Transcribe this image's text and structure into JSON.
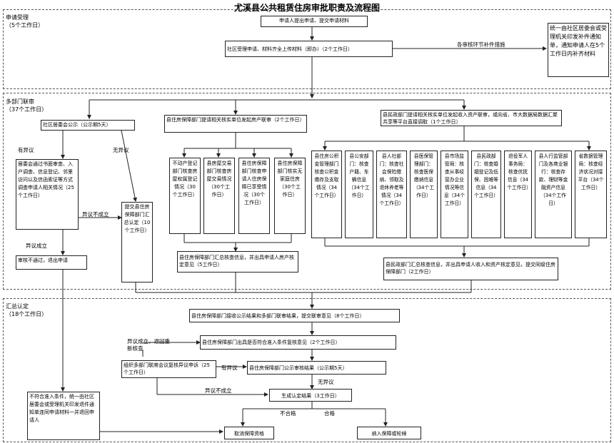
{
  "title": "尤溪县公共租赁住房审批职责及流程图",
  "sections": {
    "accept": {
      "name": "申请受理",
      "days": "（5个工作日）"
    },
    "review": {
      "name": "多部门联审",
      "days": "（37个工作日）"
    },
    "confirm": {
      "name": "汇总认定",
      "days": "（18个工作日）"
    }
  },
  "boxes": {
    "apply": "申请人提出申请、提交申请材料",
    "community_accept": "社区受理申请、材料齐全上传材料（即办）（2个工作日）",
    "supplement_notice": "统一由社区居委会或受理机关印发补件通知单，通知申请人在5个工作日内补齐材料",
    "community_publicity": "社区居委会公示（公示期5天）",
    "community_verify": "居委会通过书面审查、入户调查、信息登记、邻里访问以及信函索证等方式调查申请人相关情况（25个工作日）",
    "submit_housing": "提交县住房保障部门汇总认定（10个工作日）",
    "reject_return": "审核不通过，退出申请",
    "housing_dept": "县住房保障部门提请相关核实单位发起房产联审（2个工作日）",
    "civil_dept": "县民政部门提请相关核实单位发起收入资产联审，或向省、市大数据局数据汇聚共享等平台直接调取（1个工作日）",
    "housing_summary": "县住房保障部门汇总核查信息，并出具申请人房产核定意见（5工作日）",
    "civil_summary": "县民政部门汇总核查信息，并出具申请人收入和资产核定意见，提交同级住房保障部门（2工作日）",
    "receive_results": "县住房保障部门接收公示结果和多部门联审结果，提交联审意见（8个工作日）",
    "eligibility": "县住房保障部门出具是否符合准入条件复核意见（2个工作日）",
    "org_review": "组织多部门联席会议复核异议申诉（25个工作日）",
    "publicity_result": "县住房保障部门公示审核结果（公示期5天）",
    "final_result": "生成认定结果（3工作日）",
    "not_qualified": "不符合准入条件，统一由社区居委会或受理机关印发退件通知单连同申请材料一并退回申请人",
    "cancel": "取消保障资格",
    "include": "纳入保障或轮候"
  },
  "housing_cols": [
    "不动产登记部门核查房屋权属登记情况（30个工作日）",
    "县房屋交易部门核查房屋交易情况（30个工作日）",
    "县住房保障部门核查申请人住房保障已享受情况（30个工作日）",
    "县住房保障部门核实无家庭住房（30个工作日）"
  ],
  "civil_cols": [
    "县住房公积金管理部门核查公积金缴存及支取情况（34个工作日）",
    "县公安部门：核查户籍、车辆信息（34个工作日）",
    "县人社部门：核查社会保险缴纳、领取及退休养老等情况（34个工作日）",
    "县医保管理部门：核查医保缴纳信息（34个工作日）",
    "县市场监管局：核查从事经营办企业情况等信息（34个工作日）",
    "县民政部门：核查婚姻登记及低保、困难等信息（34个工作日）",
    "退役军人事务局：核查优抚信息（34个工作日）",
    "县人行监管部门及各商业银行：核查存款、理财等金融资产信息（34个工作日）",
    "省数据管理局：核查经济状况对接平台（34个工作日）"
  ],
  "labels": {
    "supplement": "各审核环节补件措施",
    "objection": "有异议",
    "no_objection": "无异议",
    "obj_not_valid": "异议不成立",
    "obj_valid": "异议成立",
    "obj_valid_redo": "异议成立，退回重新核查",
    "obj_has": "有异议",
    "obj_not_valid2": "异议不成立",
    "no_obj2": "无异议",
    "fail": "不合格",
    "pass": "合格"
  }
}
